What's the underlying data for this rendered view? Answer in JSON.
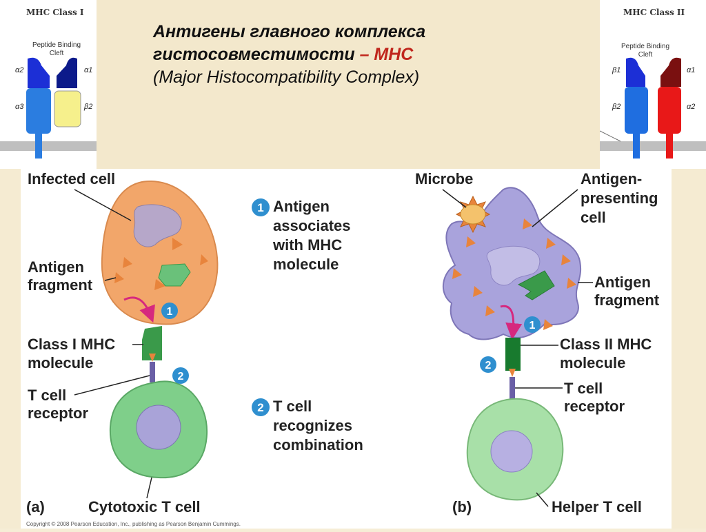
{
  "title": {
    "line1": "Антигены главного комплекса",
    "line2_prefix": "гистосовместимости ",
    "line2_accent": "– МНС",
    "line3": "(Major Histocompatibility Complex)"
  },
  "class1_panel": {
    "heading": "MHC Class I",
    "cleft_line1": "Peptide Binding",
    "cleft_line2": "Cleft",
    "labels": [
      "α2",
      "α1",
      "α3",
      "β2"
    ]
  },
  "class2_panel": {
    "heading": "MHC Class II",
    "cleft_line1": "Peptide Binding",
    "cleft_line2": "Cleft",
    "labels": [
      "β1",
      "α1",
      "β2",
      "α2"
    ]
  },
  "diagram_a": {
    "infected_cell": "Infected cell",
    "antigen": "Antigen",
    "fragment": "fragment",
    "class1_line1": "Class I MHC",
    "class1_line2": "molecule",
    "tcell_line1": "T cell",
    "tcell_line2": "receptor",
    "cytotoxic": "Cytotoxic T cell",
    "tag": "(a)"
  },
  "steps": {
    "step1_num": "1",
    "step1_line1": "Antigen",
    "step1_line2": "associates",
    "step1_line3": "with MHC",
    "step1_line4": "molecule",
    "step2_num": "2",
    "step2_line1": "T cell",
    "step2_line2": "recognizes",
    "step2_line3": "combination"
  },
  "diagram_b": {
    "microbe": "Microbe",
    "apc_line1": "Antigen-",
    "apc_line2": "presenting",
    "apc_line3": "cell",
    "antigen": "Antigen",
    "fragment": "fragment",
    "class2_line1": "Class II MHC",
    "class2_line2": "molecule",
    "tcell_line1": "T cell",
    "tcell_line2": "receptor",
    "helper": "Helper T cell",
    "tag": "(b)"
  },
  "copyright": "Copyright © 2008 Pearson Education, Inc., publishing as Pearson Benjamin Cummings.",
  "colors": {
    "infected_cell": "#f2a66a",
    "tcell": "#7fcf8a",
    "apc": "#a9a3dc",
    "mhc_green": "#3a9a4a",
    "step_badge": "#2f8fcf",
    "title_accent": "#c0261c"
  }
}
